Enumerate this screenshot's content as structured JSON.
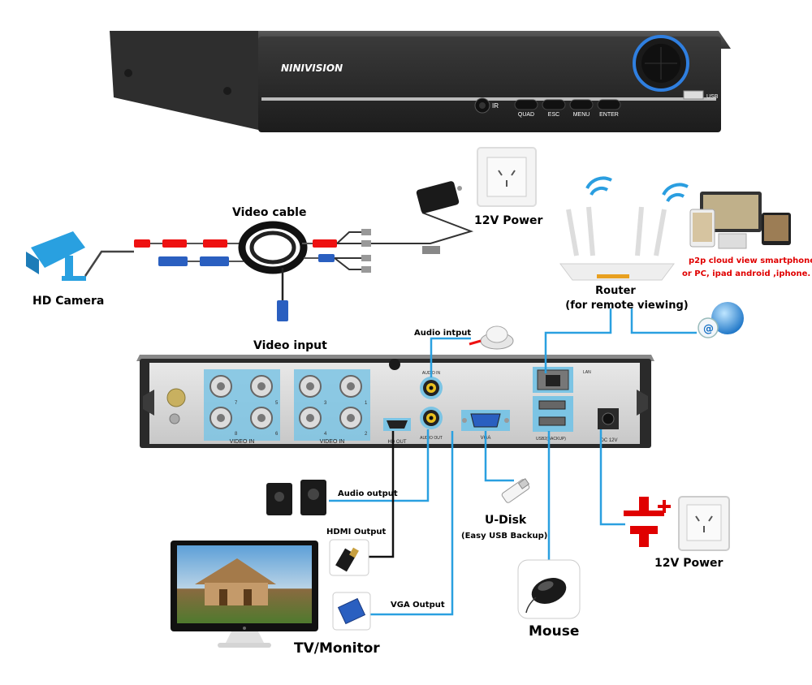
{
  "dvr_front": {
    "brand": "NINIVISION",
    "ir_label": "IR",
    "buttons": [
      "QUAD",
      "ESC",
      "MENU",
      "ENTER"
    ],
    "usb_label": "USB"
  },
  "dvr_back": {
    "video_in_label_1": "VIDEO IN",
    "video_in_label_2": "VIDEO IN",
    "bnc_numbers_1": [
      "7",
      "5",
      "8",
      "6"
    ],
    "bnc_numbers_2": [
      "3",
      "1",
      "4",
      "2"
    ],
    "hd_out_label": "HD OUT",
    "audio_in_label": "AUDIO IN",
    "audio_out_label": "AUDIO OUT",
    "vga_label": "VGA",
    "lan_label": "LAN",
    "usb_label": "USB2(BACKUP)",
    "dc_label": "DC 12V"
  },
  "labels": {
    "hd_camera": "HD Camera",
    "video_cable": "Video cable",
    "video_input": "Video input",
    "power_top": "12V Power",
    "router": "Router",
    "router_sub": "(for remote viewing)",
    "p2p_line1": "p2p cloud  view smartphone",
    "p2p_line2": "or PC, ipad android ,iphone.",
    "audio_input": "Audio intput",
    "audio_output": "Audio output",
    "hdmi_output": "HDMI Output",
    "vga_output": "VGA Output",
    "udisk": "U-Disk",
    "udisk_sub": "(Easy USB Backup)",
    "mouse": "Mouse",
    "power_bottom": "12V Power",
    "tv_monitor": "TV/Monitor"
  },
  "colors": {
    "cable_blue": "#2aa0e0",
    "dvr_body": "#2a2a2a",
    "port_highlight": "#7cc4e4",
    "accent_red": "#e00000"
  }
}
